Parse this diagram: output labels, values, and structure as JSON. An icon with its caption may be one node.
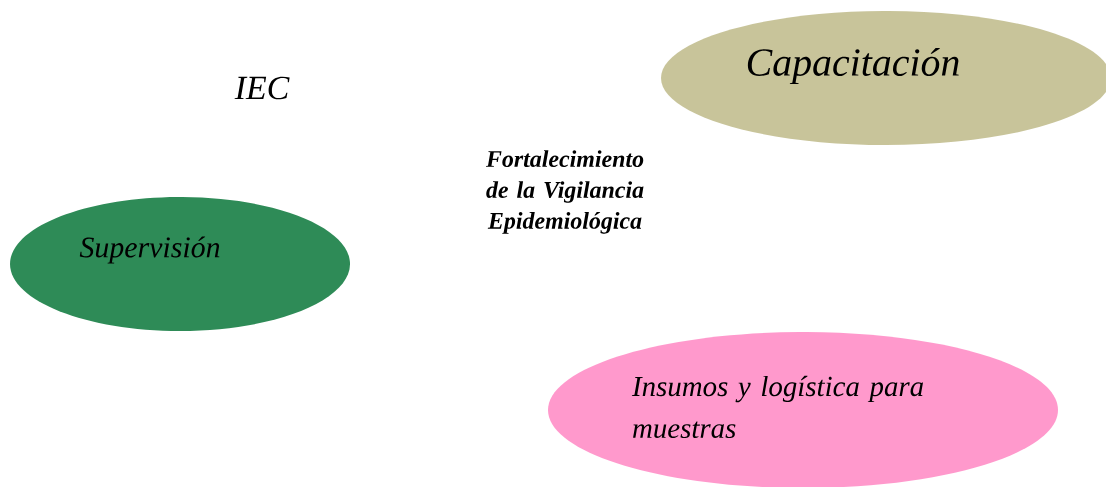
{
  "diagram": {
    "nodes": [
      {
        "text": [
          "Capacitación"
        ]
      },
      {
        "text": [
          "Supervisión"
        ]
      },
      {
        "text": [
          "Insumos y logística para muestras"
        ]
      }
    ],
    "labels": [
      "IEC",
      "Fortalecimiento de la Vigilancia Epidemiológica"
    ]
  }
}
